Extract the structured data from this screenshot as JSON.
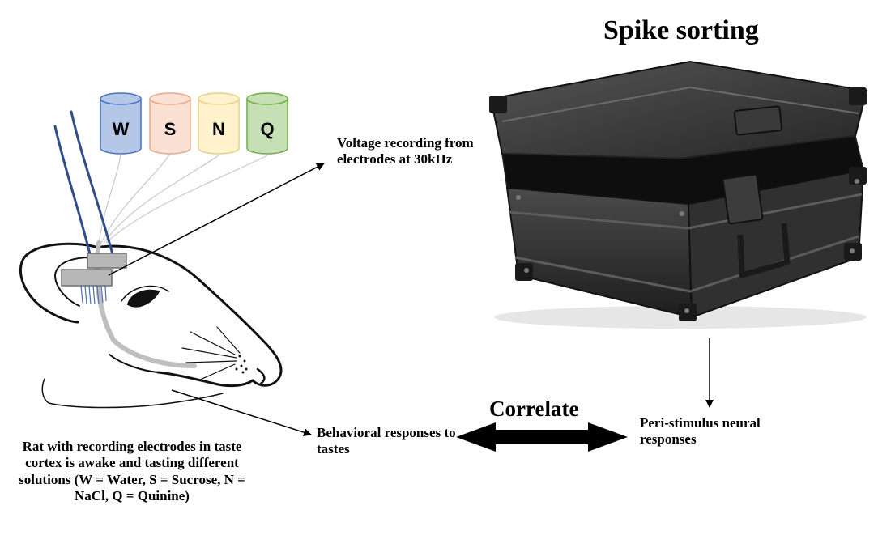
{
  "title": "Spike sorting",
  "voltage_label": "Voltage recording from electrodes at 30kHz",
  "behavior_label": "Behavioral responses to tastes",
  "peri_label": "Peri-stimulus neural responses",
  "correlate_label": "Correlate",
  "rat_description": "Rat with recording electrodes in taste cortex is awake and tasting different solutions (W = Water, S = Sucrose, N = NaCl, Q = Quinine)",
  "bottles": [
    {
      "letter": "W",
      "fill": "#b4c7e7",
      "stroke": "#4472c4"
    },
    {
      "letter": "S",
      "fill": "#fbe0d4",
      "stroke": "#e6a88a"
    },
    {
      "letter": "N",
      "fill": "#fff2cc",
      "stroke": "#e6cf86"
    },
    {
      "letter": "Q",
      "fill": "#c5e0b4",
      "stroke": "#70ad47"
    }
  ],
  "colors": {
    "electrode_wire": "#2f4d8c",
    "case": "#2b2b2b",
    "arrow": "#000000"
  }
}
